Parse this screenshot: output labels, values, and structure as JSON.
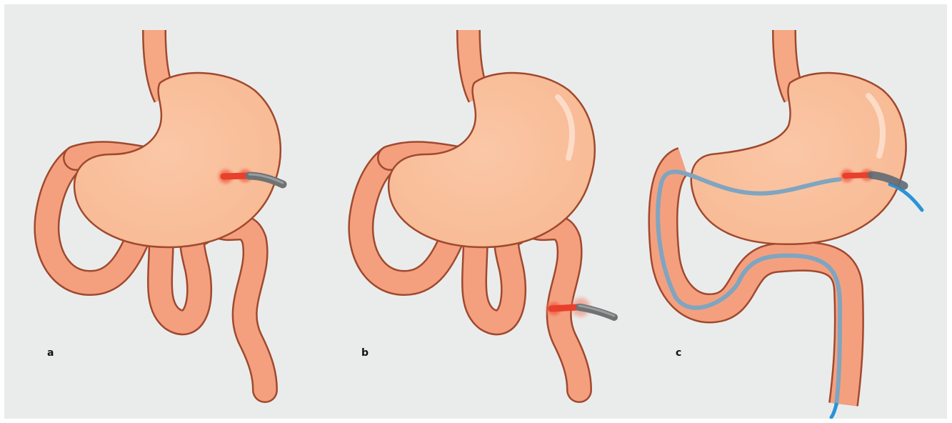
{
  "panels": [
    {
      "label": "a"
    },
    {
      "label": "b"
    },
    {
      "label": "c"
    }
  ],
  "colors": {
    "background": "#eaecec",
    "organ_fill": "#f9c3a0",
    "organ_outline": "#a0492e",
    "bowel_fill": "#f4a07f",
    "scope_gray": "#6f7273",
    "light_glow": "#e8402c",
    "wire_blue": "#2a93d5",
    "wire_gray_blue": "#7fa5c0"
  }
}
